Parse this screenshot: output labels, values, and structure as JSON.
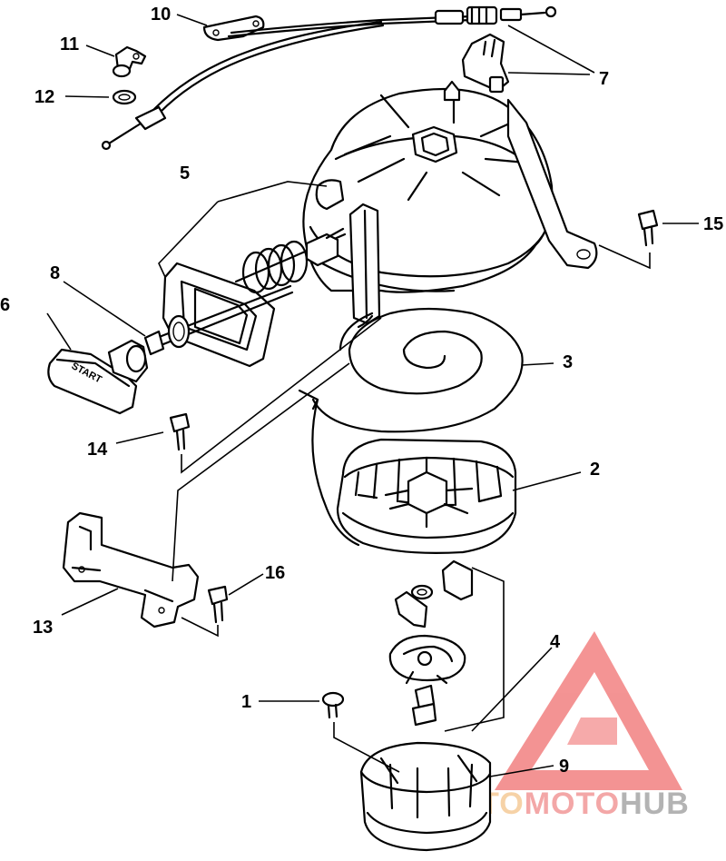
{
  "callouts": [
    {
      "id": "1",
      "label": "1"
    },
    {
      "id": "2",
      "label": "2"
    },
    {
      "id": "3",
      "label": "3"
    },
    {
      "id": "4",
      "label": "4"
    },
    {
      "id": "5",
      "label": "5"
    },
    {
      "id": "6",
      "label": "6"
    },
    {
      "id": "7",
      "label": "7"
    },
    {
      "id": "8",
      "label": "8"
    },
    {
      "id": "9",
      "label": "9"
    },
    {
      "id": "10",
      "label": "10"
    },
    {
      "id": "11",
      "label": "11"
    },
    {
      "id": "12",
      "label": "12"
    },
    {
      "id": "13",
      "label": "13"
    },
    {
      "id": "14",
      "label": "14"
    },
    {
      "id": "15",
      "label": "15"
    },
    {
      "id": "16",
      "label": "16"
    }
  ],
  "handle_text": "START",
  "watermark": {
    "part1": "AUTO",
    "part2": "MOTO",
    "part3": "HUB",
    "color_auto": "#f4c48a",
    "color_moto": "#f08a8a",
    "color_hub": "#9a9a9a",
    "triangle_color": "#f07070"
  }
}
